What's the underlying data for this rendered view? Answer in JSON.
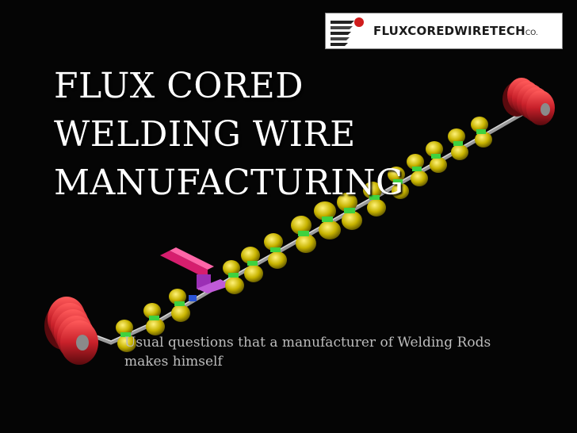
{
  "logo": {
    "name": "FLUXCOREDWIRETECH",
    "suffix": "CO."
  },
  "title": {
    "line1": "FLUX CORED",
    "line2": "WELDING WIRE",
    "line3": "MANUFACTURING"
  },
  "subtitle": "Usual questions that a manufacturer of Welding Rods makes himself",
  "colors": {
    "background": "#050505",
    "title_text": "#ffffff",
    "subtitle_text": "#bdbdbd",
    "spool_red": "#c8202a",
    "roller_yellow": "#c8b400",
    "roller_green": "#3fd23f",
    "wire_gray": "#9a9a9a",
    "hopper_magenta": "#d61e6e"
  }
}
